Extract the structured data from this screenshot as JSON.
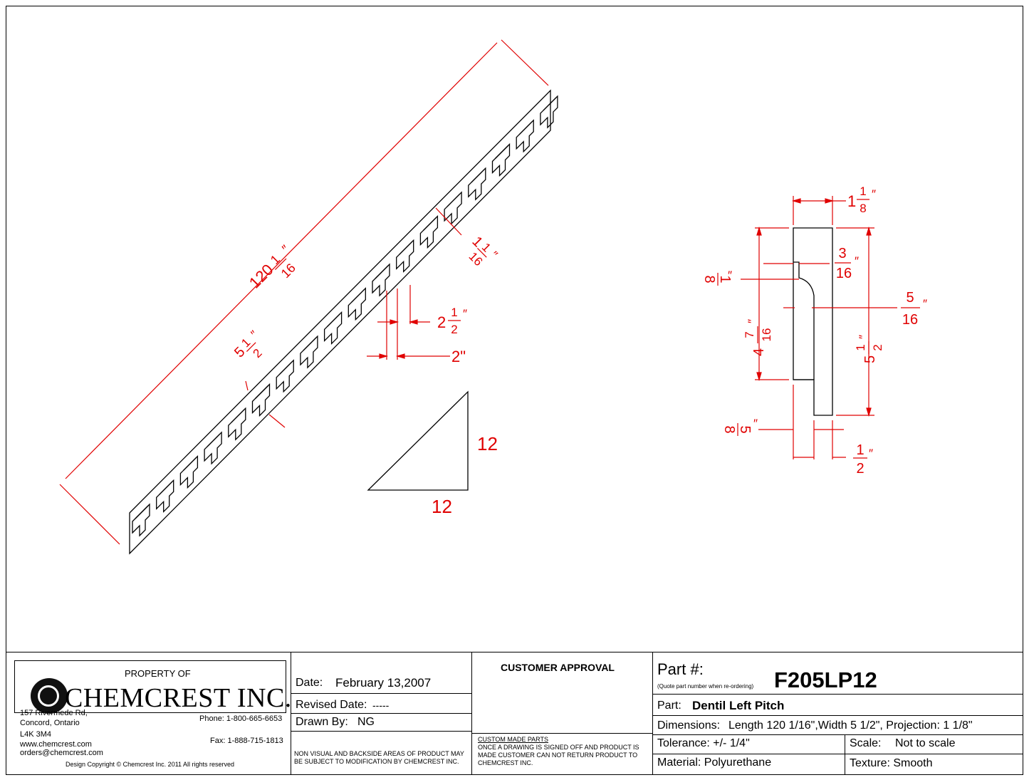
{
  "drawing": {
    "overall_length": {
      "whole": "120",
      "num": "1",
      "den": "16"
    },
    "width_label": {
      "whole": "5",
      "num": "1",
      "den": "2"
    },
    "tooth_depth_label": {
      "whole": "1",
      "num": "1",
      "den": "16"
    },
    "spacing_label": {
      "whole": "2",
      "num": "1",
      "den": "2"
    },
    "tooth_width_label": "2\"",
    "pitch_rise": "12",
    "pitch_run": "12",
    "section": {
      "projection": {
        "whole": "1",
        "num": "1",
        "den": "8"
      },
      "top_step": {
        "num": "1",
        "den": "8"
      },
      "notch": {
        "num": "3",
        "den": "16"
      },
      "offset": {
        "num": "5",
        "den": "16"
      },
      "height_lower": {
        "whole": "4",
        "num": "7",
        "den": "16"
      },
      "height_total": {
        "whole": "5",
        "num": "1",
        "den": "2"
      },
      "bottom_left": {
        "num": "5",
        "den": "8"
      },
      "bottom_right": {
        "num": "1",
        "den": "2"
      }
    }
  },
  "title_block": {
    "property_of": "PROPERTY OF",
    "company": "CHEMCREST INC.",
    "address_1": "157 Rivermede Rd,",
    "address_2": "Concord, Ontario",
    "address_3": "L4K 3M4",
    "website": "www.chemcrest.com",
    "email": "orders@chemcrest.com",
    "phone": "Phone:  1-800-665-6653",
    "fax": "Fax:  1-888-715-1813",
    "copyright": "Design Copyright © Chemcrest Inc. 2011 All rights reserved",
    "date_label": "Date:",
    "date_value": "February 13,2007",
    "revised_label": "Revised Date:",
    "revised_value": "-----",
    "drawn_label": "Drawn By:",
    "drawn_value": "NG",
    "modification_note": "NON VISUAL AND BACKSIDE AREAS OF PRODUCT MAY BE SUBJECT TO MODIFICATION BY CHEMCREST INC.",
    "customer_approval": "CUSTOMER APPROVAL",
    "custom_parts_title": "CUSTOM MADE PARTS",
    "custom_parts_note": "ONCE A DRAWING IS SIGNED OFF AND PRODUCT IS MADE CUSTOMER CAN NOT RETURN PRODUCT TO CHEMCREST INC.",
    "part_no_label": "Part #:",
    "part_no_note": "(Quote part number when re-ordering)",
    "part_no_value": "F205LP12",
    "part_label": "Part:",
    "part_value": "Dentil Left Pitch",
    "dimensions_label": "Dimensions:",
    "dimensions_value": "Length 120 1/16\",Width 5 1/2\", Projection: 1 1/8\"",
    "tolerance": "Tolerance: +/- 1/4\"",
    "scale_label": "Scale:",
    "scale_value": "Not to scale",
    "material": "Material: Polyurethane",
    "texture": "Texture: Smooth"
  }
}
